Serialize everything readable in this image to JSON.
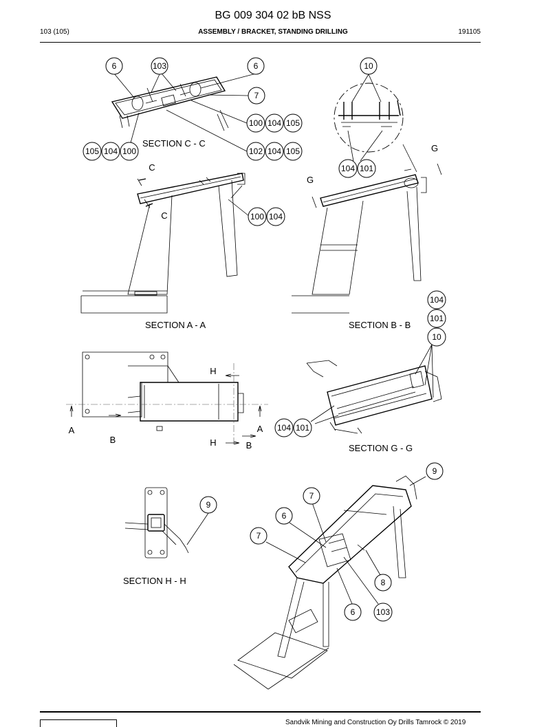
{
  "header": {
    "doc_number": "BG 009 304 02 bB NSS",
    "page": "103 (105)",
    "title": "ASSEMBLY / BRACKET, STANDING DRILLING",
    "code": "191105"
  },
  "footer": {
    "copyright": "Sandvik Mining and Construction Oy Drills Tamrock © 2019"
  },
  "sections": {
    "cc": "SECTION C - C",
    "aa": "SECTION A - A",
    "bb": "SECTION B - B",
    "gg": "SECTION G - G",
    "hh": "SECTION H - H"
  },
  "cut_letters": {
    "c": "C",
    "g": "G",
    "h": "H",
    "a": "A",
    "b": "B"
  },
  "callouts": {
    "n6": "6",
    "n7": "7",
    "n8": "8",
    "n9": "9",
    "n10": "10",
    "n100": "100",
    "n101": "101",
    "n102": "102",
    "n103": "103",
    "n104": "104",
    "n105": "105"
  }
}
